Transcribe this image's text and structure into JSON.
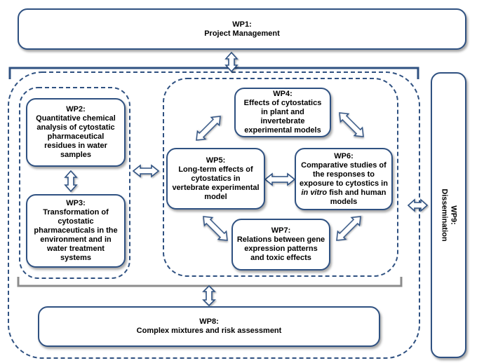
{
  "diagram": {
    "wp1": {
      "title": "WP1:",
      "text": "Project Management"
    },
    "wp2": {
      "title": "WP2:",
      "text": "Quantitative chemical\nanalysis of cytostatic\npharmaceutical\nresidues in water\nsamples"
    },
    "wp3": {
      "title": "WP3:",
      "text": "Transformation of\ncytostatic\npharmaceuticals in the\nenvironment and in\nwater treatment\nsystems"
    },
    "wp4": {
      "title": "WP4:",
      "text": "Effects of cytostatics\nin plant and\ninvertebrate\nexperimental models"
    },
    "wp5": {
      "title": "WP5:",
      "text": "Long-term effects of\ncytostatics in\nvertebrate experimental\nmodel"
    },
    "wp6": {
      "title": "WP6:",
      "text": "Comparative studies of\nthe responses to\nexposure to cytostics in",
      "italic": "in vitro",
      "tail": " fish and human",
      "last": "models"
    },
    "wp7": {
      "title": "WP7:",
      "text": "Relations between gene\nexpression patterns\nand toxic effects"
    },
    "wp8": {
      "title": "WP8:",
      "text": "Complex mixtures and risk assessment"
    },
    "wp9": {
      "title": "WP9:",
      "text": "Dissemination"
    }
  },
  "colors": {
    "border": "#2f5181",
    "bracket": "#2f5181",
    "lower_bracket": "#8c8c8c",
    "arrow_fill": "#ffffff"
  }
}
